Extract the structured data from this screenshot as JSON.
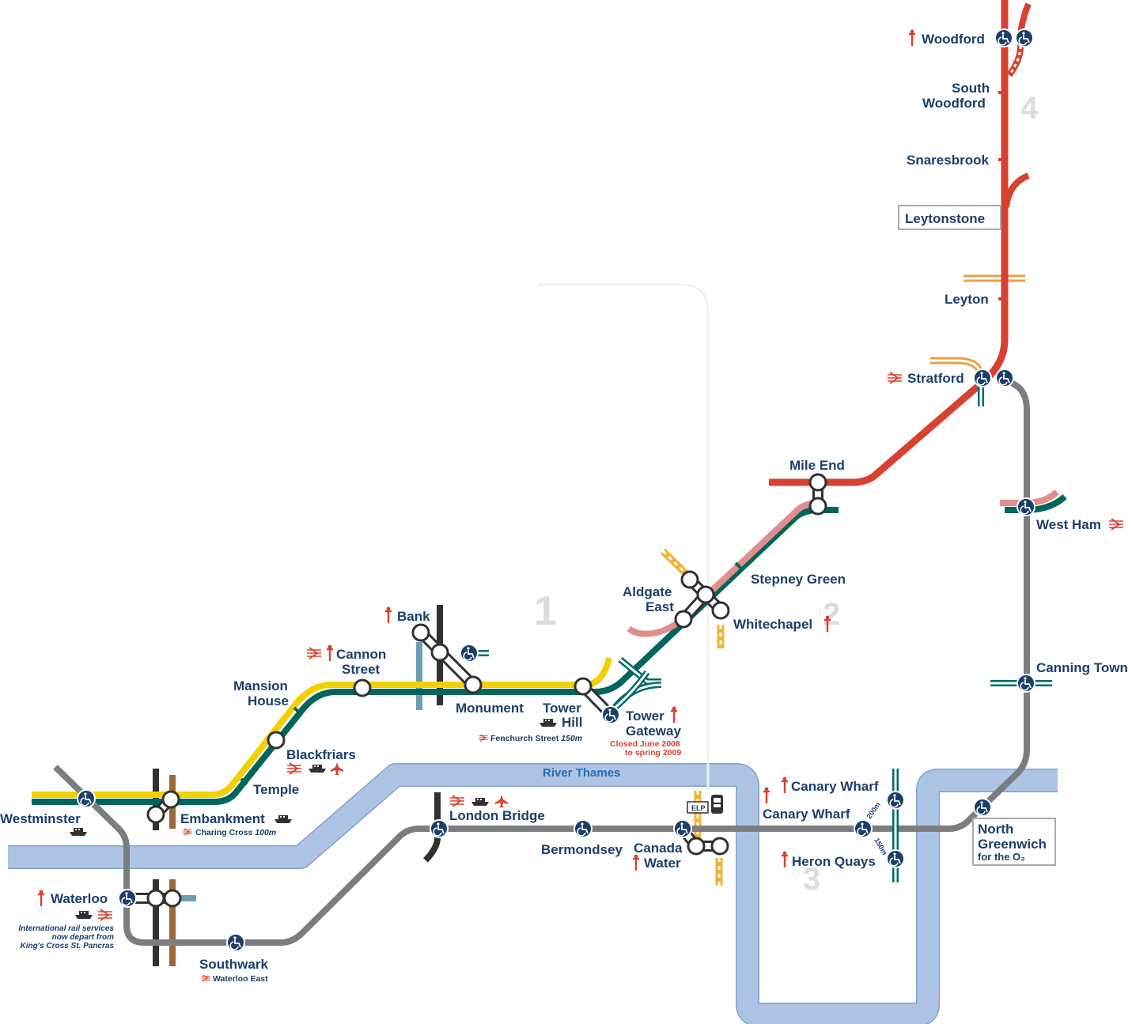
{
  "colors": {
    "central": "#d8402f",
    "jubilee": "#7b7d80",
    "district": "#00665a",
    "circle": "#f3d000",
    "hammersmith": "#e08f8c",
    "elp": "#f0b43a",
    "overground": "#e8a14a",
    "northern": "#333033",
    "bakerloo": "#9b6a3a",
    "waterloo_city": "#6a9fb5",
    "dlr": "#00696b",
    "river": "#aec4e4",
    "text": "#1b3f6b"
  },
  "river": {
    "label": "River Thames"
  },
  "zones": [
    "1",
    "2",
    "3",
    "4"
  ],
  "stations": {
    "woodford": "Woodford",
    "south_woodford_1": "South",
    "south_woodford_2": "Woodford",
    "snaresbrook": "Snaresbrook",
    "leytonstone": "Leytonstone",
    "leyton": "Leyton",
    "stratford": "Stratford",
    "mile_end": "Mile End",
    "west_ham": "West Ham",
    "stepney_green": "Stepney Green",
    "aldgate_east_1": "Aldgate",
    "aldgate_east_2": "East",
    "whitechapel": "Whitechapel",
    "canning_town": "Canning Town",
    "bank": "Bank",
    "cannon_street_1": "Cannon",
    "cannon_street_2": "Street",
    "mansion_house_1": "Mansion",
    "mansion_house_2": "House",
    "monument": "Monument",
    "tower_hill_1": "Tower",
    "tower_hill_2": "Hill",
    "tower_gateway_1": "Tower",
    "tower_gateway_2": "Gateway",
    "blackfriars": "Blackfriars",
    "temple": "Temple",
    "westminster": "Westminster",
    "embankment": "Embankment",
    "london_bridge": "London Bridge",
    "bermondsey": "Bermondsey",
    "canada_water_1": "Canada",
    "canada_water_2": "Water",
    "canary_wharf_dlr": "Canary Wharf",
    "canary_wharf_jub": "Canary Wharf",
    "heron_quays": "Heron Quays",
    "north_greenwich_1": "North",
    "north_greenwich_2": "Greenwich",
    "north_greenwich_3": "for the O₂",
    "waterloo": "Waterloo",
    "southwark": "Southwark"
  },
  "notes": {
    "fenchurch": "Fenchurch Street",
    "fenchurch_dist": "150m",
    "charing_cross": "Charing Cross",
    "charing_cross_dist": "100m",
    "waterloo_east": "Waterloo East",
    "tower_gateway_closed_1": "Closed June 2008",
    "tower_gateway_closed_2": "to spring 2009",
    "intl_1": "International rail services",
    "intl_2": "now depart from",
    "intl_3": "King's Cross St. Pancras",
    "elp": "ELP",
    "dist_200": "200m",
    "dist_150": "150m"
  },
  "icons": [
    "wheelchair-icon",
    "national-rail-icon",
    "riverboat-icon",
    "airport-icon",
    "hospital-icon",
    "bus-icon"
  ]
}
